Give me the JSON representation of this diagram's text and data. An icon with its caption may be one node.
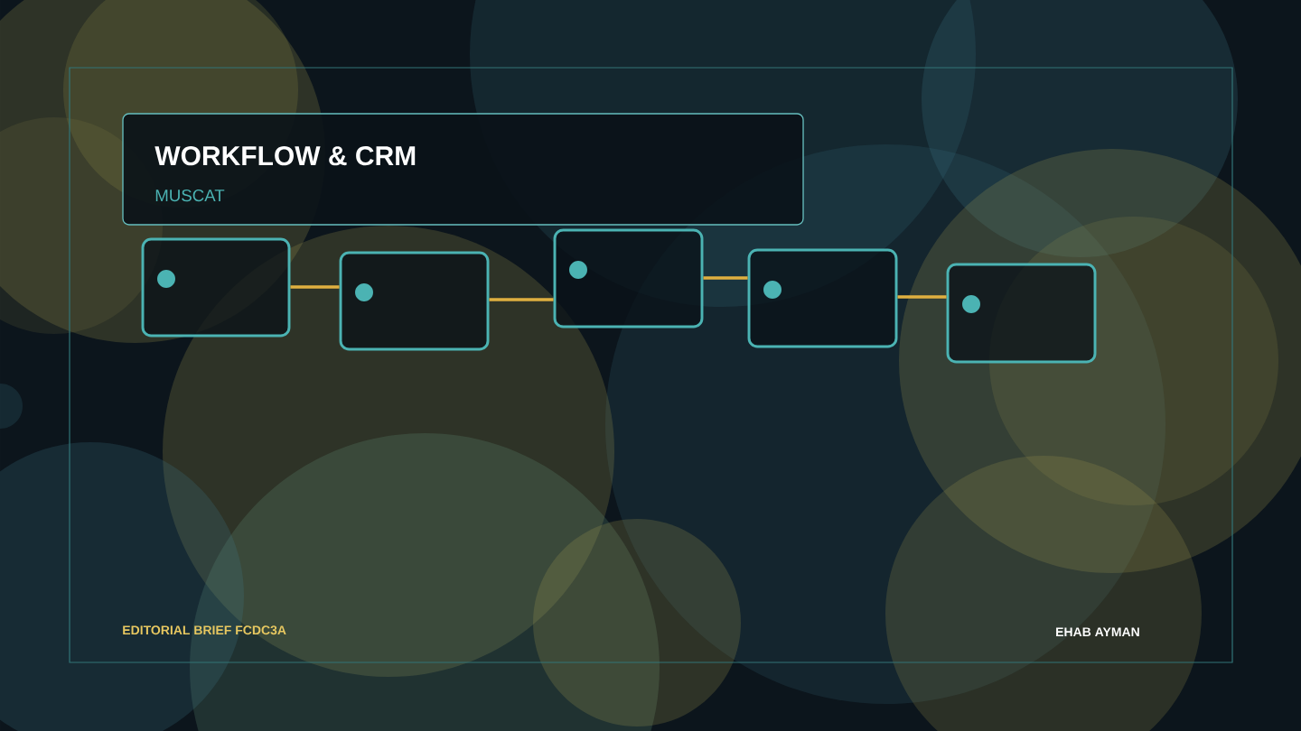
{
  "diagram": {
    "nodes": [
      {
        "text": [
          "WORKFLOW & CRM",
          "MUSCAT"
        ]
      },
      {
        "text": [],
        "shape": "box"
      },
      {
        "text": [],
        "shape": "box"
      },
      {
        "text": [],
        "shape": "box"
      },
      {
        "text": [],
        "shape": "box"
      },
      {
        "text": [],
        "shape": "box"
      }
    ],
    "edges": [
      {
        "from": 1,
        "to": 2,
        "arrow": "none"
      },
      {
        "from": 2,
        "to": 3,
        "arrow": "none"
      },
      {
        "from": 3,
        "to": 4,
        "arrow": "none"
      },
      {
        "from": 4,
        "to": 5,
        "arrow": "none"
      }
    ],
    "labels": [
      "EDITORIAL BRIEF  FCDC3A",
      "EHAB AYMAN"
    ]
  }
}
